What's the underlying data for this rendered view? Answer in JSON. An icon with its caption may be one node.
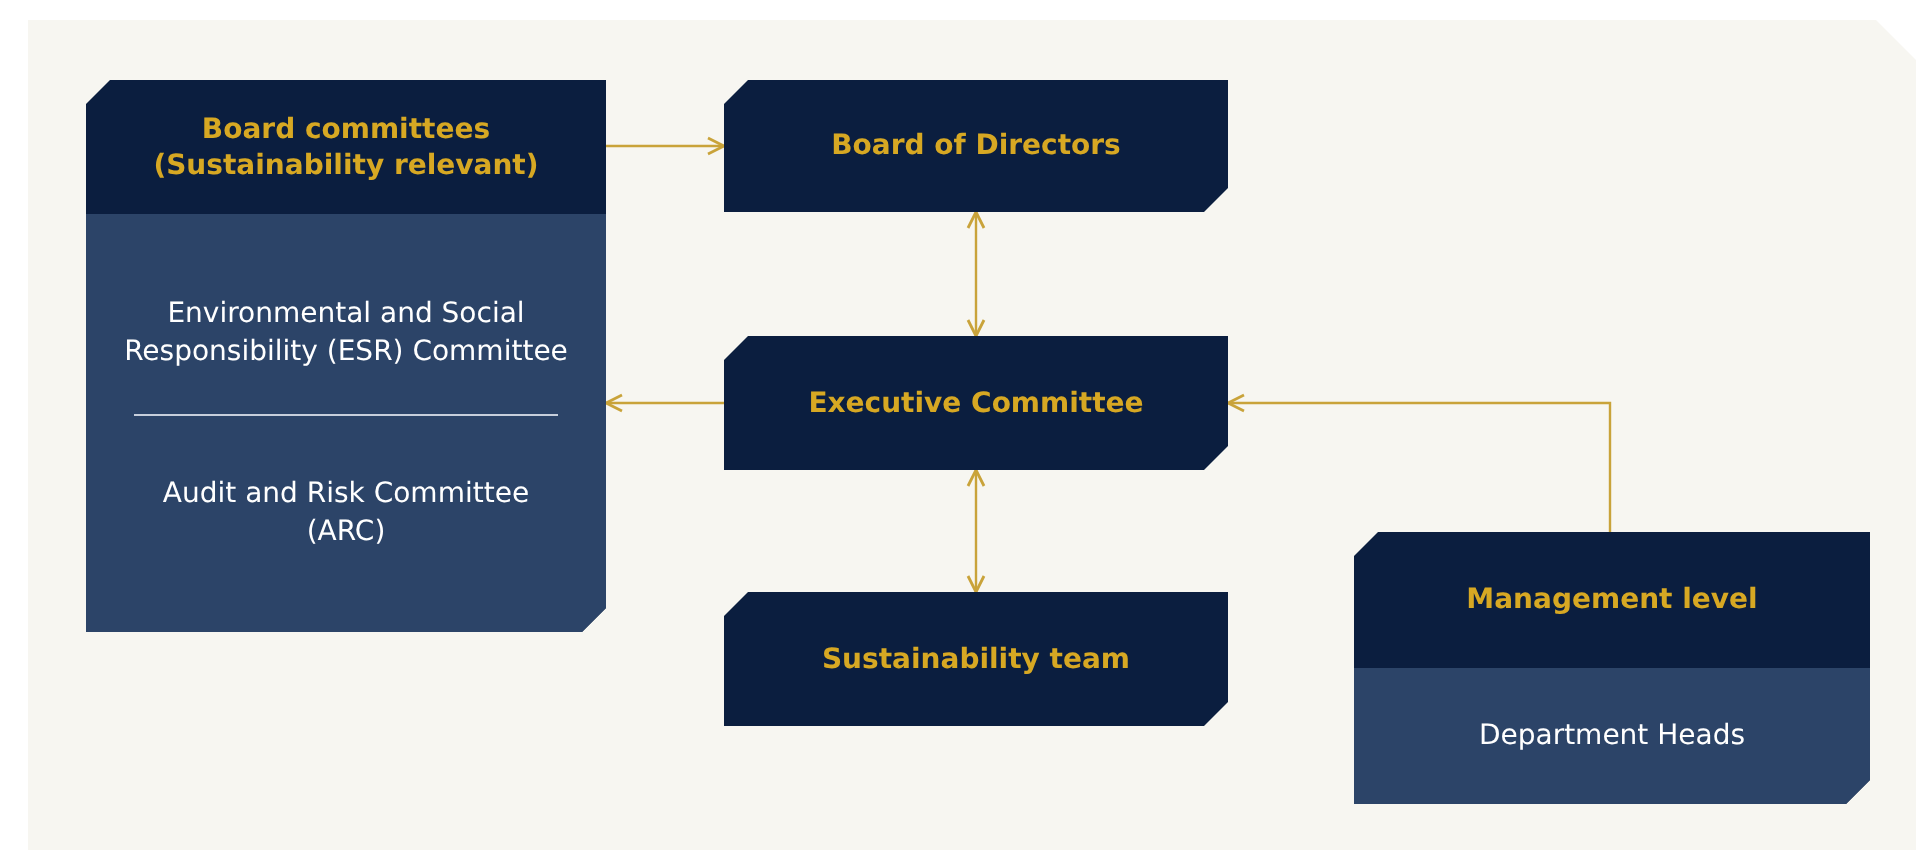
{
  "diagram": {
    "nodes": [
      {
        "text": [
          "Board committees (Sustainability relevant)"
        ]
      },
      {
        "text": [
          "Environmental and Social Responsibility (ESR) Committee"
        ],
        "in": 0
      },
      {
        "text": [
          "Audit and Risk Committee (ARC)"
        ],
        "in": 0
      },
      {
        "text": [
          "Board of Directors"
        ]
      },
      {
        "text": [
          "Executive Committee"
        ]
      },
      {
        "text": [
          "Sustainability team"
        ]
      },
      {
        "text": [
          "Management level"
        ]
      },
      {
        "text": [
          "Department Heads"
        ],
        "in": 6
      }
    ],
    "edges": [
      {
        "from": 0,
        "to": 3,
        "arrow": "to"
      },
      {
        "from": 3,
        "to": 4,
        "arrow": "both"
      },
      {
        "from": 4,
        "to": 0,
        "arrow": "to"
      },
      {
        "from": 4,
        "to": 5,
        "arrow": "both"
      },
      {
        "from": 6,
        "to": 4,
        "arrow": "to"
      }
    ]
  }
}
